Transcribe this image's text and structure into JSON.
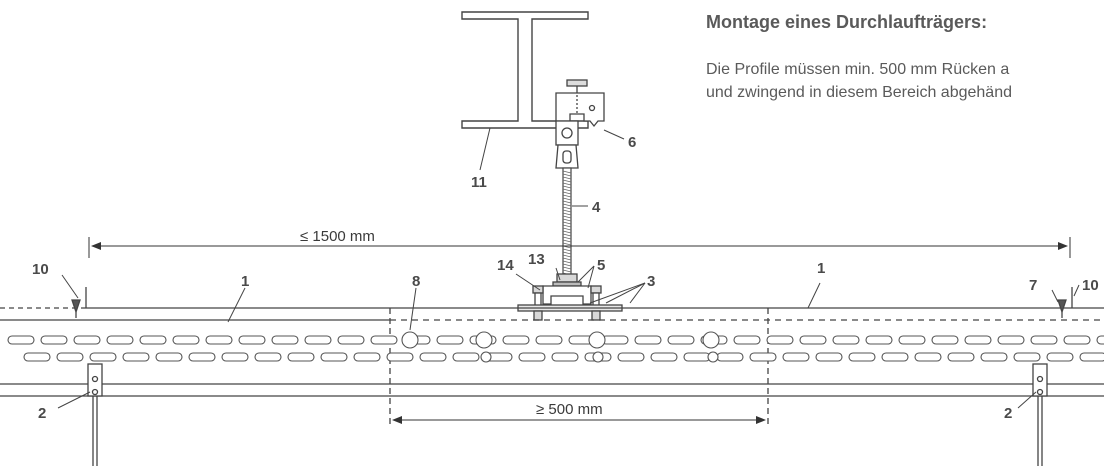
{
  "heading": "Montage eines Durchlaufträgers:",
  "description": {
    "line1": "Die Profile müssen min. 500 mm Rücken a",
    "line2": "und zwingend in diesem Bereich abgehänd"
  },
  "dimensions": {
    "span": "≤ 1500 mm",
    "overlap": "≥ 500 mm"
  },
  "labels": {
    "n1_left": "1",
    "n1_right": "1",
    "n2_left": "2",
    "n2_right": "2",
    "n3": "3",
    "n4": "4",
    "n5": "5",
    "n6": "6",
    "n7": "7",
    "n8": "8",
    "n10_left": "10",
    "n10_right": "10",
    "n11": "11",
    "n13": "13",
    "n14": "14"
  }
}
